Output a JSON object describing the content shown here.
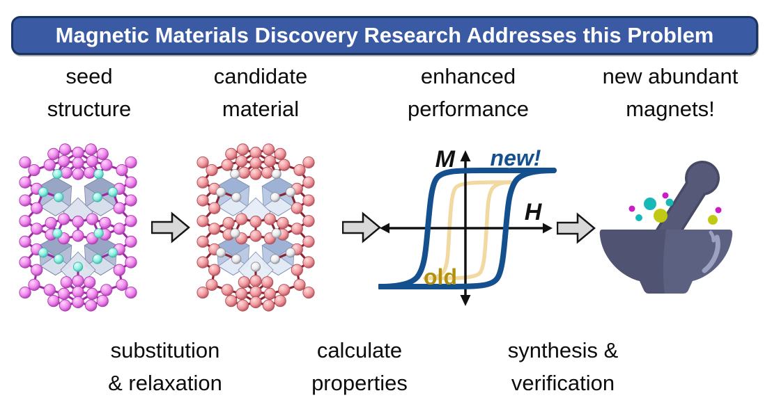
{
  "banner": {
    "title": "Magnetic Materials Discovery Research Addresses this Problem"
  },
  "stages": [
    {
      "line1": "seed",
      "line2": "structure"
    },
    {
      "line1": "candidate",
      "line2": "material"
    },
    {
      "line1": "enhanced",
      "line2": "performance"
    },
    {
      "line1": "new abundant",
      "line2": "magnets!"
    }
  ],
  "transitions": [
    {
      "line1": "substitution",
      "line2": "& relaxation"
    },
    {
      "line1": "calculate",
      "line2": "properties"
    },
    {
      "line1": "synthesis &",
      "line2": "verification"
    }
  ],
  "hysteresis": {
    "y_axis_label": "M",
    "x_axis_label": "H",
    "new_label": "new!",
    "old_label": "old"
  },
  "colors": {
    "banner_bg": "#3a5ba3",
    "banner_border": "#17335f",
    "banner_text": "#ffffff",
    "label_text": "#0c0c0c",
    "arrow_fill": "#d8d8d8",
    "arrow_stroke": "#161616",
    "axis": "#111111",
    "loop_new": "#15508e",
    "loop_old": "#f1d9a1",
    "new_text": "#15508e",
    "old_text": "#b2910e",
    "seed": {
      "atom_hi": "#ffd9fa",
      "atom": "#ee85ec",
      "atom_edge": "#a93bad",
      "bond": "#9f27a6",
      "sub_hi": "#eafffb",
      "sub": "#8bf0e1",
      "sub_edge": "#3cb5a9",
      "poly": "#aeb9d3",
      "poly_top": "#96a3c4",
      "poly_bottom": "#dce2ee",
      "poly_stroke": "#7a85a5"
    },
    "candidate": {
      "atom_hi": "#ffdddd",
      "atom": "#ef979c",
      "atom_edge": "#b04f58",
      "bond": "#8c2130",
      "sub_hi": "#ffffff",
      "sub": "#e9e9eb",
      "sub_edge": "#90909a",
      "poly": "#b5c6e2",
      "poly_top": "#9cb1d4",
      "poly_bottom": "#e6edf7",
      "poly_stroke": "#8191b3"
    },
    "mortar": {
      "body": "#5d6181",
      "pestle": "#565a78",
      "outline": "#474a66",
      "shade": "#4d5170",
      "highlight": "#9ba1bf",
      "dot_teal": "#17b8b6",
      "dot_magenta": "#c81ec4",
      "dot_yellow": "#c0ca12"
    }
  }
}
